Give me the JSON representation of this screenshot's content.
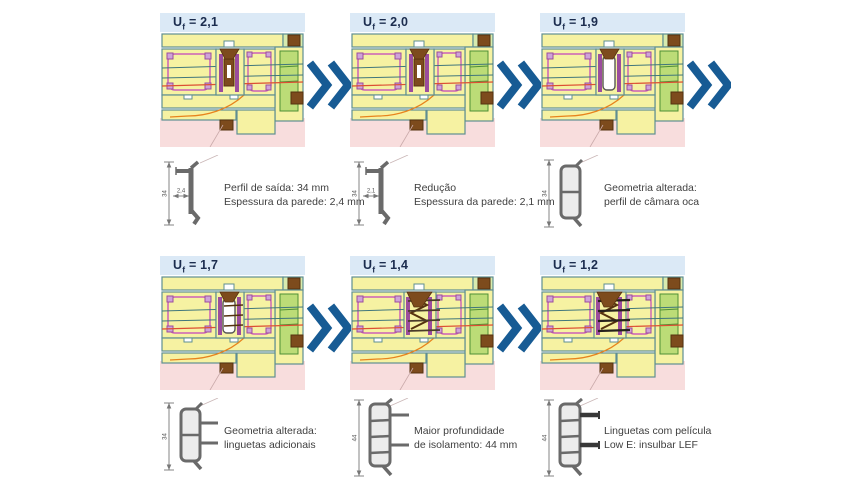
{
  "colors": {
    "header_band": "#dbe9f6",
    "header_text": "#1b2c4e",
    "arrow": "#175b94",
    "annotation_text": "#3f3f3f",
    "dimension": "#6a6a6a",
    "cross": {
      "yellow": "#f6f2a2",
      "teal": "#5f8f92",
      "teal_dark": "#40767c",
      "green": "#bcdc77",
      "green_light": "#d8ebae",
      "green_dark": "#4e8f36",
      "purple": "#9b4d9d",
      "purple_light": "#cfa3d9",
      "magenta": "#cb5fb7",
      "brown": "#7d4b1d",
      "brown_dark": "#55320f",
      "orange": "#e8831d",
      "red": "#dc4f33",
      "pink": "#f8dddd"
    }
  },
  "panels": [
    {
      "uf": {
        "symbol": "U",
        "sub": "f",
        "value": "= 2,1"
      },
      "variant": "narrow",
      "profile": "c",
      "dim_v": "34",
      "dim_h": "2,4",
      "text_lines": [
        "Perfil de saída: 34 mm",
        "Espessura da parede: 2,4 mm"
      ]
    },
    {
      "uf": {
        "symbol": "U",
        "sub": "f",
        "value": "= 2,0"
      },
      "variant": "narrow",
      "profile": "c",
      "dim_v": "34",
      "dim_h": "2,1",
      "text_lines": [
        "Redução",
        "Espessura da parede: 2,1 mm"
      ]
    },
    {
      "uf": {
        "symbol": "U",
        "sub": "f",
        "value": "= 1,9"
      },
      "variant": "hollow",
      "profile": "hollow",
      "dim_v": "34",
      "dim_h": null,
      "text_lines": [
        "Geometria alterada:",
        "perfil de câmara oca"
      ]
    },
    {
      "uf": {
        "symbol": "U",
        "sub": "f",
        "value": "= 1,7"
      },
      "variant": "tabs",
      "profile": "tabs",
      "dim_v": "34",
      "dim_h": null,
      "text_lines": [
        "Geometria alterada:",
        "linguetas adicionais"
      ]
    },
    {
      "uf": {
        "symbol": "U",
        "sub": "f",
        "value": "= 1,4"
      },
      "variant": "truss",
      "profile": "truss",
      "dim_v": "44",
      "dim_h": null,
      "text_lines": [
        "Maior profundidade",
        "de isolamento: 44 mm"
      ]
    },
    {
      "uf": {
        "symbol": "U",
        "sub": "f",
        "value": "= 1,2"
      },
      "variant": "truss_lowe",
      "profile": "truss_lowe",
      "dim_v": "44",
      "dim_h": null,
      "text_lines": [
        "Linguetas com película",
        "Low E: insulbar LEF"
      ]
    }
  ]
}
